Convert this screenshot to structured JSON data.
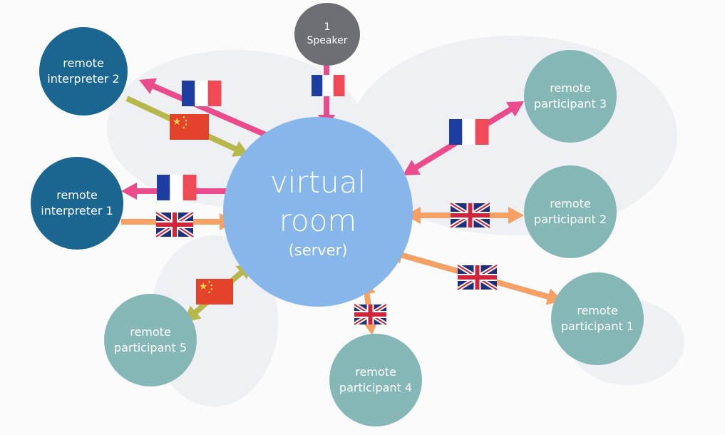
{
  "colors": {
    "interpreter": "#1a6690",
    "participant": "#86b7b7",
    "room": "#87b6ea",
    "speaker": "#6c6e74",
    "pink": "#eb4b8b",
    "olive": "#b7b84b",
    "orange": "#f5a065"
  },
  "speaker": {
    "line1": "1",
    "line2": "Speaker"
  },
  "room": {
    "line1": "virtual",
    "line2": "room",
    "line3": "(server)"
  },
  "nodes": {
    "interpreter2": {
      "line1": "remote",
      "line2": "interpreter 2"
    },
    "interpreter1": {
      "line1": "remote",
      "line2": "interpreter 1"
    },
    "participant3": {
      "line1": "remote",
      "line2": "participant 3"
    },
    "participant2": {
      "line1": "remote",
      "line2": "participant 2"
    },
    "participant1": {
      "line1": "remote",
      "line2": "participant 1"
    },
    "participant4": {
      "line1": "remote",
      "line2": "participant 4"
    },
    "participant5": {
      "line1": "remote",
      "line2": "participant 5"
    }
  },
  "links": [
    {
      "from": "room",
      "to": "interpreter2",
      "language": "french",
      "color": "pink",
      "direction": "one-way"
    },
    {
      "from": "interpreter2",
      "to": "room",
      "language": "chinese",
      "color": "olive",
      "direction": "one-way"
    },
    {
      "from": "speaker",
      "to": "room",
      "language": "french",
      "color": "pink",
      "direction": "one-way"
    },
    {
      "from": "room",
      "to": "participant3",
      "language": "french",
      "color": "pink",
      "direction": "two-way"
    },
    {
      "from": "room",
      "to": "interpreter1",
      "language": "french",
      "color": "pink",
      "direction": "one-way"
    },
    {
      "from": "interpreter1",
      "to": "room",
      "language": "english",
      "color": "orange",
      "direction": "one-way"
    },
    {
      "from": "room",
      "to": "participant2",
      "language": "english",
      "color": "orange",
      "direction": "two-way"
    },
    {
      "from": "room",
      "to": "participant1",
      "language": "english",
      "color": "orange",
      "direction": "two-way"
    },
    {
      "from": "room",
      "to": "participant4",
      "language": "english",
      "color": "orange",
      "direction": "two-way"
    },
    {
      "from": "room",
      "to": "participant5",
      "language": "chinese",
      "color": "olive",
      "direction": "two-way"
    }
  ]
}
